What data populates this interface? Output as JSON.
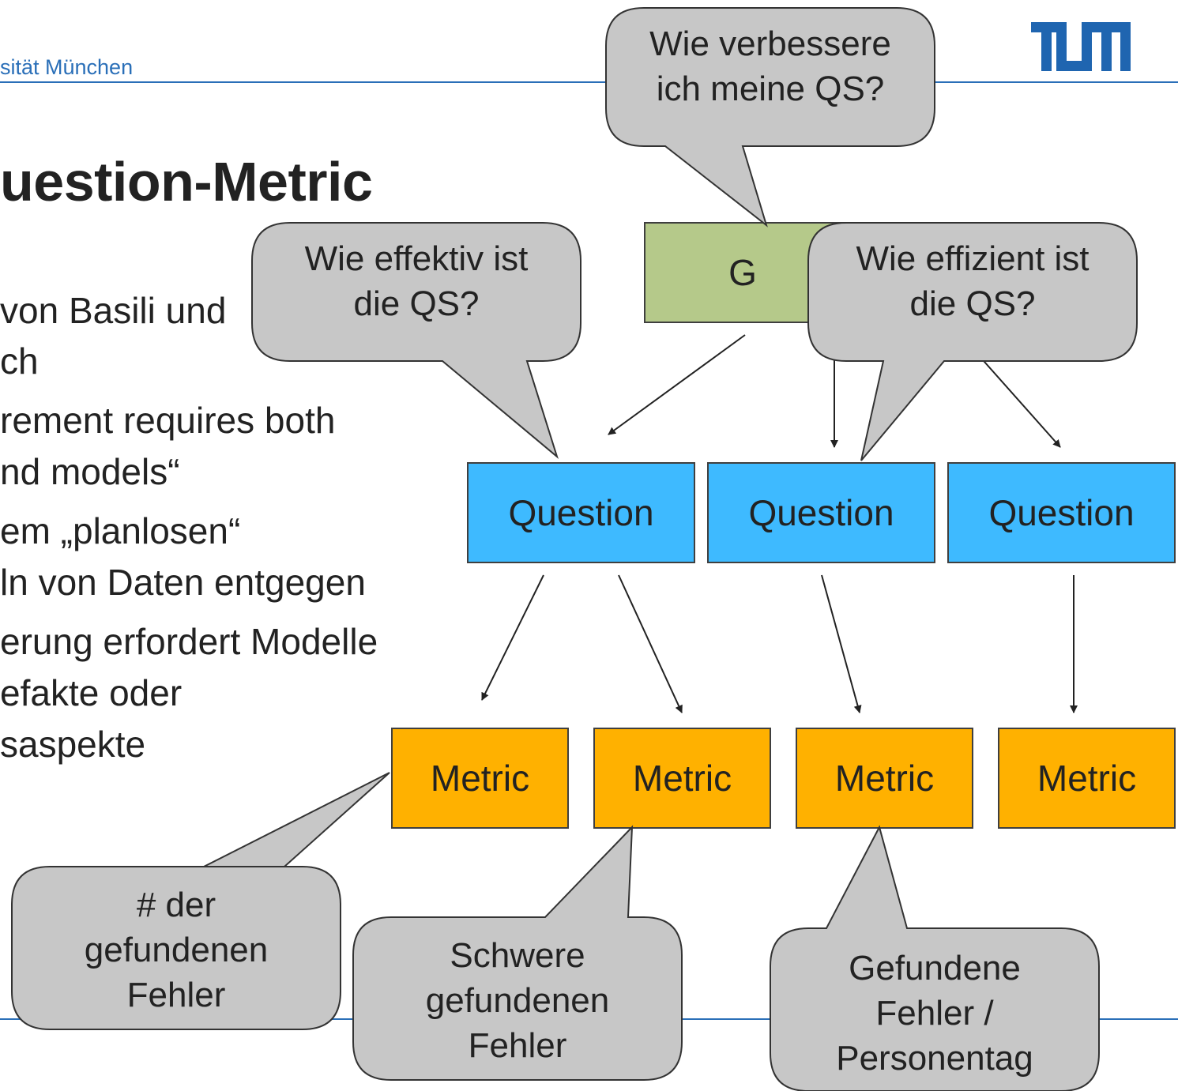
{
  "header": {
    "university_fragment": "sität München"
  },
  "slide": {
    "title_fragment": "uestion-Metric",
    "body_lines": [
      "von Basili und",
      "ch",
      "rement requires both",
      "nd models“",
      "em „planlosen“",
      "ln von Daten entgegen",
      "erung erfordert Modelle",
      "efakte oder",
      "saspekte"
    ]
  },
  "diagram": {
    "goal_label": "G",
    "questions": [
      "Question",
      "Question",
      "Question"
    ],
    "metrics": [
      "Metric",
      "Metric",
      "Metric",
      "Metric"
    ]
  },
  "callouts": {
    "goal_callout": [
      "Wie verbessere",
      "ich meine QS?"
    ],
    "effectiveness_callout": [
      "Wie effektiv ist",
      "die QS?"
    ],
    "efficiency_callout": [
      "Wie effizient ist",
      "die QS?"
    ],
    "metric1_callout": [
      "# der",
      "gefundenen",
      "Fehler"
    ],
    "metric2_callout": [
      "Schwere",
      "gefundenen",
      "Fehler"
    ],
    "metric3_callout": [
      "Gefundene",
      "Fehler /",
      "Personentag"
    ]
  },
  "colors": {
    "goal": "#b5c98a",
    "question": "#3ebaff",
    "metric": "#ffb100",
    "callout": "#c7c7c7",
    "rule": "#2a6fb8"
  }
}
